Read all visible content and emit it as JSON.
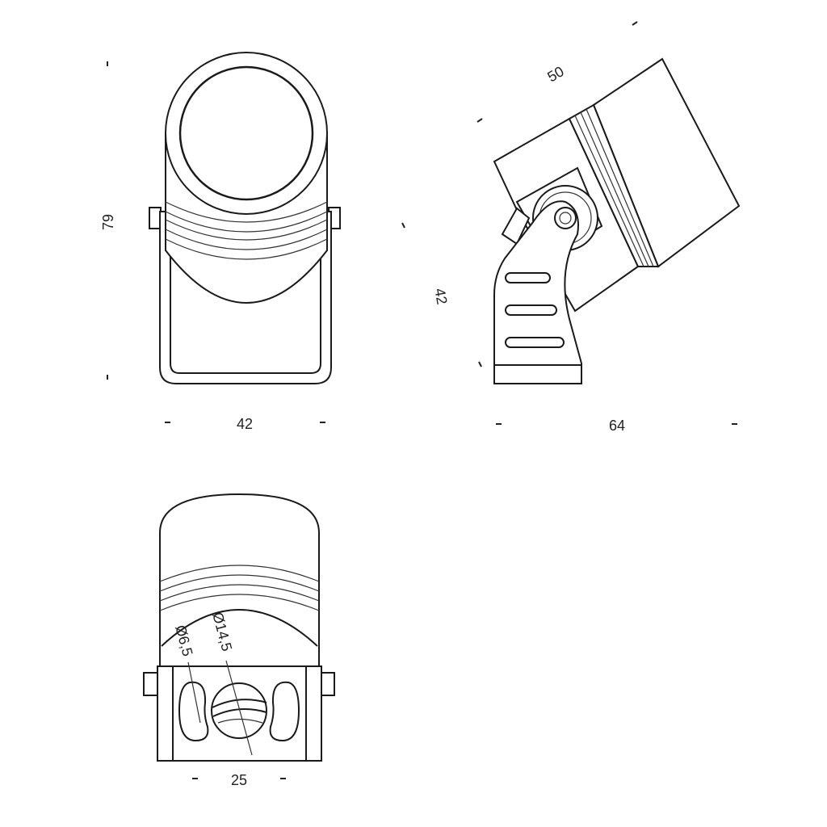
{
  "drawing": {
    "front_view": {
      "height_label": "79",
      "width_label": "42"
    },
    "side_view": {
      "head_length_label": "50",
      "height_label": "42",
      "width_label": "64"
    },
    "bottom_view": {
      "slot_diameter_label": "Ø6,5",
      "hole_diameter_label": "Ø14,5",
      "width_label": "25"
    },
    "line_color": "#1a1a1a"
  }
}
